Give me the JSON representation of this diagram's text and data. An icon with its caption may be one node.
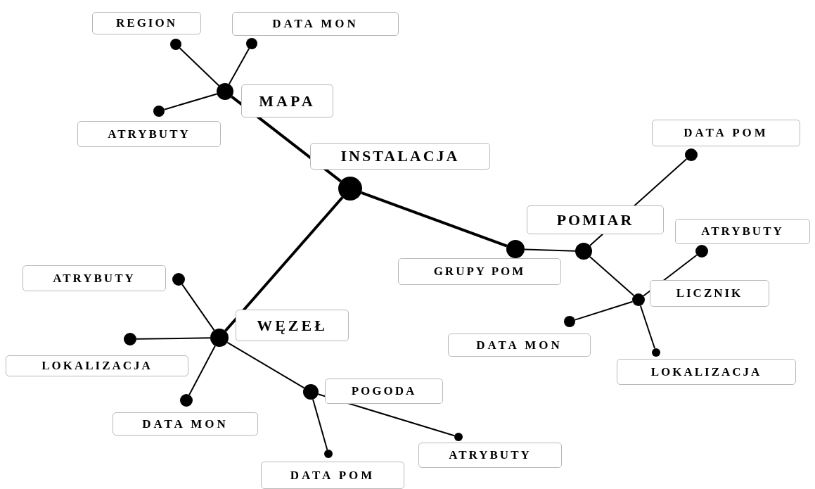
{
  "diagram": {
    "nodes": [
      {
        "text": [],
        "shape": "circle",
        "beside": [
          "INSTALACJA"
        ]
      },
      {
        "text": [],
        "shape": "circle",
        "beside": [
          "MAPA"
        ]
      },
      {
        "text": [],
        "shape": "circle",
        "beside": [
          "REGION"
        ]
      },
      {
        "text": [],
        "shape": "circle",
        "beside": [
          "DATA MON"
        ]
      },
      {
        "text": [],
        "shape": "circle",
        "beside": [
          "ATRYBUTY"
        ]
      },
      {
        "text": [],
        "shape": "circle",
        "beside": [
          "GRUPY POM"
        ]
      },
      {
        "text": [],
        "shape": "circle",
        "beside": [
          "POMIAR"
        ]
      },
      {
        "text": [],
        "shape": "circle",
        "beside": [
          "DATA POM"
        ]
      },
      {
        "text": [],
        "shape": "circle",
        "beside": [
          "ATRYBUTY"
        ]
      },
      {
        "text": [],
        "shape": "circle",
        "beside": [
          "LICZNIK"
        ]
      },
      {
        "text": [],
        "shape": "circle",
        "beside": [
          "DATA MON"
        ]
      },
      {
        "text": [],
        "shape": "circle",
        "beside": [
          "LOKALIZACJA"
        ]
      },
      {
        "text": [],
        "shape": "circle",
        "beside": [
          "WĘZEŁ"
        ]
      },
      {
        "text": [],
        "shape": "circle",
        "beside": [
          "ATRYBUTY"
        ]
      },
      {
        "text": [],
        "shape": "circle",
        "beside": [
          "LOKALIZACJA"
        ]
      },
      {
        "text": [],
        "shape": "circle",
        "beside": [
          "DATA MON"
        ]
      },
      {
        "text": [],
        "shape": "circle",
        "beside": [
          "POGODA"
        ]
      },
      {
        "text": [],
        "shape": "circle",
        "beside": [
          "DATA POM"
        ]
      },
      {
        "text": [],
        "shape": "circle",
        "beside": [
          "ATRYBUTY"
        ]
      }
    ],
    "edges": [
      {
        "from": 0,
        "to": 1,
        "arrow": "none",
        "style": "thick"
      },
      {
        "from": 0,
        "to": 5,
        "arrow": "none",
        "style": "thick"
      },
      {
        "from": 0,
        "to": 12,
        "arrow": "none",
        "style": "thick"
      },
      {
        "from": 1,
        "to": 2,
        "arrow": "none"
      },
      {
        "from": 1,
        "to": 3,
        "arrow": "none"
      },
      {
        "from": 1,
        "to": 4,
        "arrow": "none"
      },
      {
        "from": 5,
        "to": 6,
        "arrow": "none"
      },
      {
        "from": 6,
        "to": 7,
        "arrow": "none"
      },
      {
        "from": 6,
        "to": 9,
        "arrow": "none"
      },
      {
        "from": 9,
        "to": 8,
        "arrow": "none"
      },
      {
        "from": 9,
        "to": 10,
        "arrow": "none"
      },
      {
        "from": 9,
        "to": 11,
        "arrow": "none"
      },
      {
        "from": 12,
        "to": 13,
        "arrow": "none"
      },
      {
        "from": 12,
        "to": 14,
        "arrow": "none"
      },
      {
        "from": 12,
        "to": 15,
        "arrow": "none"
      },
      {
        "from": 12,
        "to": 16,
        "arrow": "none"
      },
      {
        "from": 16,
        "to": 17,
        "arrow": "none"
      },
      {
        "from": 16,
        "to": 18,
        "arrow": "none"
      }
    ]
  }
}
